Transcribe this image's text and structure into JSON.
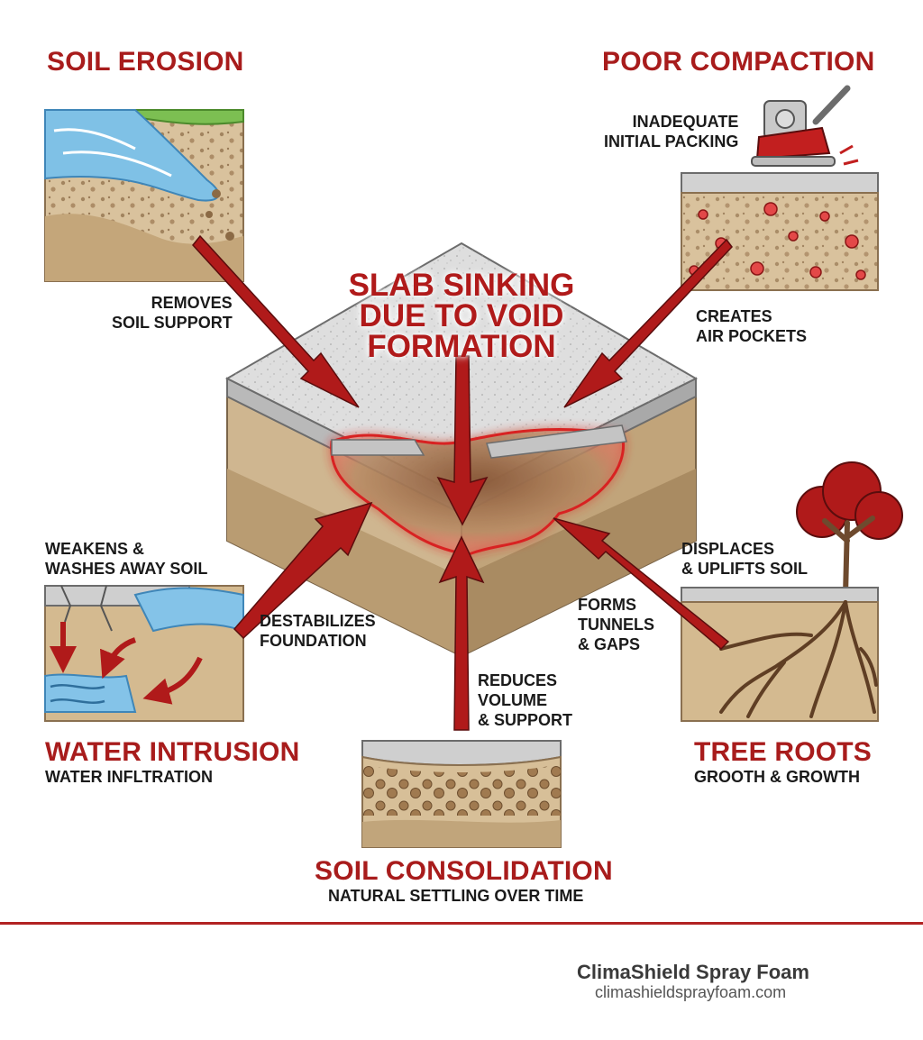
{
  "center": {
    "title": "SLAB SINKING\nDUE TO VOID\nFORMATION"
  },
  "causes": {
    "soil_erosion": {
      "title": "SOIL EROSION",
      "caption": "REMOVES\nSOIL SUPPORT"
    },
    "poor_compaction": {
      "title": "POOR COMPACTION",
      "note": "INADEQUATE\nINITIAL PACKING",
      "caption": "CREATES\nAIR POCKETS"
    },
    "water_intrusion": {
      "title": "WATER INTRUSION",
      "subtitle": "WATER INFLTRATION",
      "note": "WEAKENS &\nWASHES AWAY SOIL",
      "caption": "DESTABILIZES\nFOUNDATION"
    },
    "soil_consolidation": {
      "title": "SOIL CONSOLIDATION",
      "subtitle": "NATURAL SETTLING OVER TIME",
      "caption": "REDUCES\nVOLUME\n& SUPPORT"
    },
    "tree_roots": {
      "title": "TREE ROOTS",
      "subtitle": "GROOTH & GROWTH",
      "note": "DISPLACES\n& UPLIFTS SOIL",
      "caption": "FORMS\nTUNNELS\n& GAPS"
    }
  },
  "brand": {
    "name": "ClimaShield Spray Foam",
    "url": "climashieldsprayfoam.com"
  },
  "colors": {
    "accent_red": "#a81c1c",
    "soil": "#c9ad84",
    "concrete": "#cfcfcf",
    "water": "#6fb7e0"
  },
  "icons": [
    "soil-erosion-illustration",
    "plate-compactor-icon",
    "water-intrusion-illustration",
    "soil-consolidation-illustration",
    "tree-icon",
    "slab-void-block"
  ]
}
